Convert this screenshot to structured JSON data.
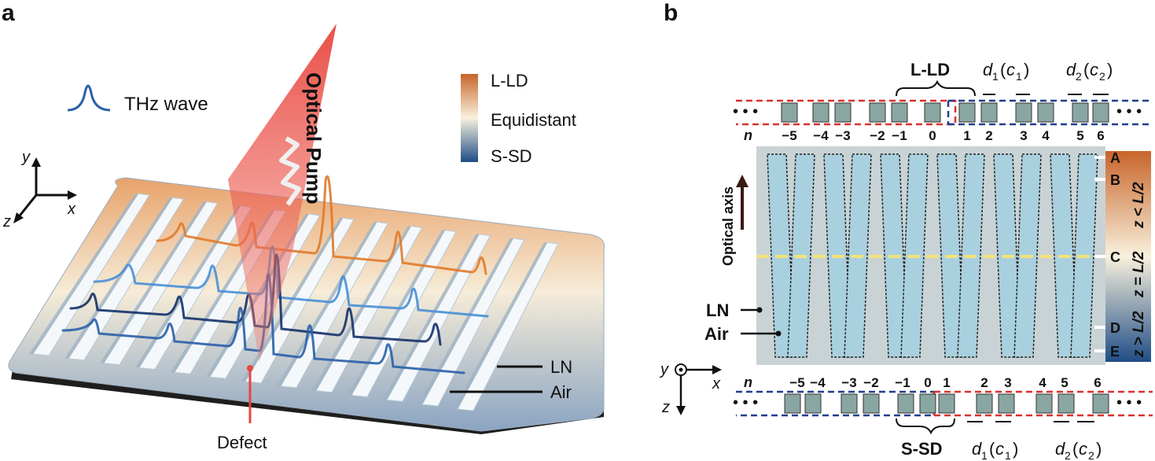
{
  "panel_a": {
    "panel_label": "a",
    "legend_wave_label": "THz wave",
    "axis_y": "y",
    "axis_x": "x",
    "axis_z": "z",
    "pump_label": "Optical Pump",
    "colorbar_top": "L-LD",
    "colorbar_mid": "Equidistant",
    "colorbar_bottom": "S-SD",
    "material_ln": "LN",
    "material_air": "Air",
    "defect_label": "Defect",
    "colors": {
      "pump": "#e8453c",
      "orange": "#e07a2a",
      "blue": "#2b5fa8",
      "navy": "#1d3a70"
    }
  },
  "panel_b": {
    "panel_label": "b",
    "top_bracket": "L-LD",
    "bottom_bracket": "S-SD",
    "d1_label": "d",
    "d1_sub": "1",
    "c1_label": "c",
    "c1_sub": "1",
    "d2_label": "d",
    "d2_sub": "2",
    "c2_label": "c",
    "c2_sub": "2",
    "n_label": "n",
    "indices": [
      "−5",
      "−4",
      "−3",
      "−2",
      "−1",
      "0",
      "1",
      "2",
      "3",
      "4",
      "5",
      "6"
    ],
    "ellipsis": "• • •",
    "optical_axis": "Optical axis",
    "ln_label": "LN",
    "air_label": "Air",
    "markers": [
      "A",
      "B",
      "C",
      "D",
      "E"
    ],
    "region_top": "z < L/2",
    "region_mid": "z = L/2",
    "region_bottom": "z > L/2",
    "axis_y": "y",
    "axis_x": "x",
    "axis_z": "z",
    "colors": {
      "red_dash": "#d9302c",
      "blue_dash": "#1f3f8c",
      "block": "#8aa6a3",
      "guide": "#f2e27a"
    }
  }
}
